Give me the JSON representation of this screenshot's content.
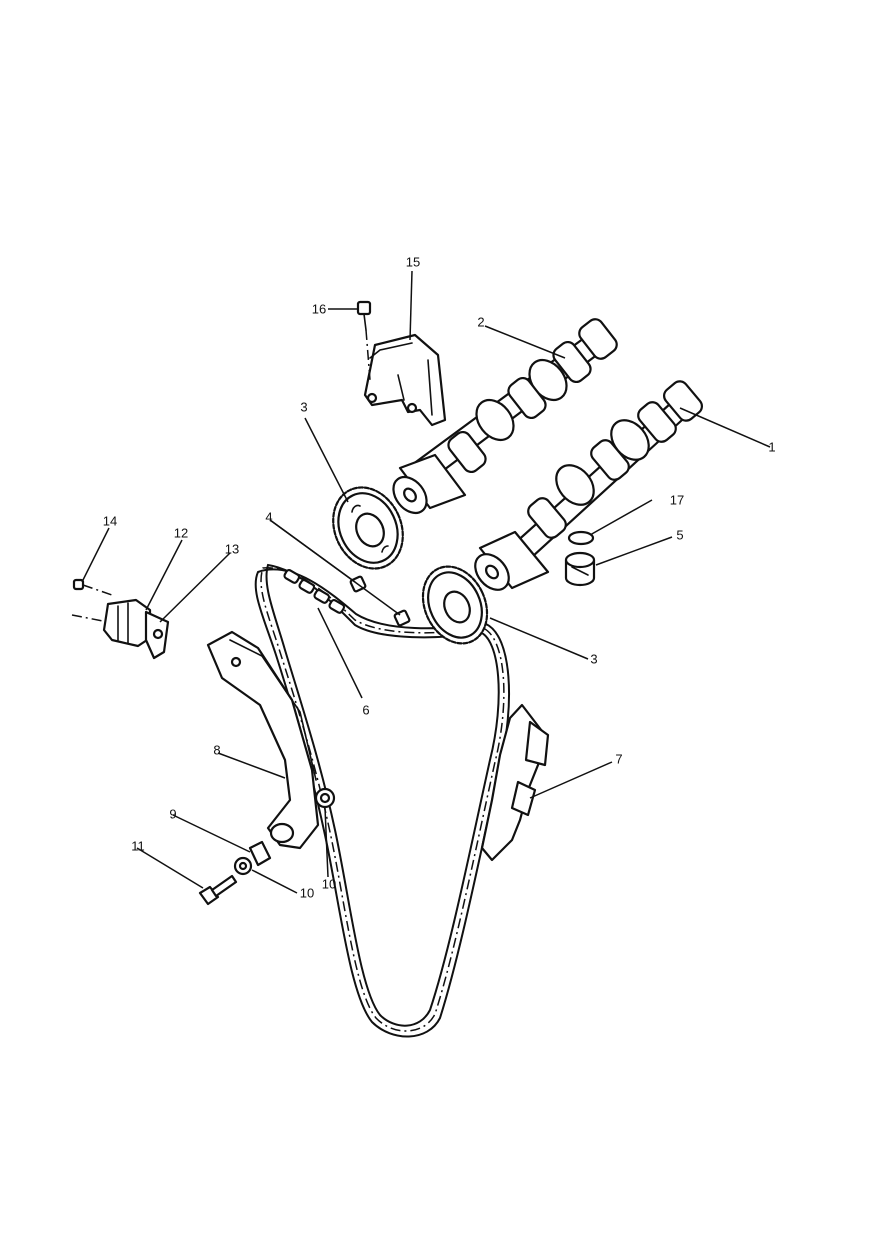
{
  "callouts": {
    "c1": "1",
    "c2": "2",
    "c3a": "3",
    "c3b": "3",
    "c4": "4",
    "c5": "5",
    "c6": "6",
    "c7": "7",
    "c8": "8",
    "c9": "9",
    "c10a": "10",
    "c10b": "10",
    "c11": "11",
    "c12": "12",
    "c13": "13",
    "c14": "14",
    "c15": "15",
    "c16": "16",
    "c17": "17"
  },
  "colors": {
    "ink": "#111111",
    "paper": "#ffffff"
  }
}
